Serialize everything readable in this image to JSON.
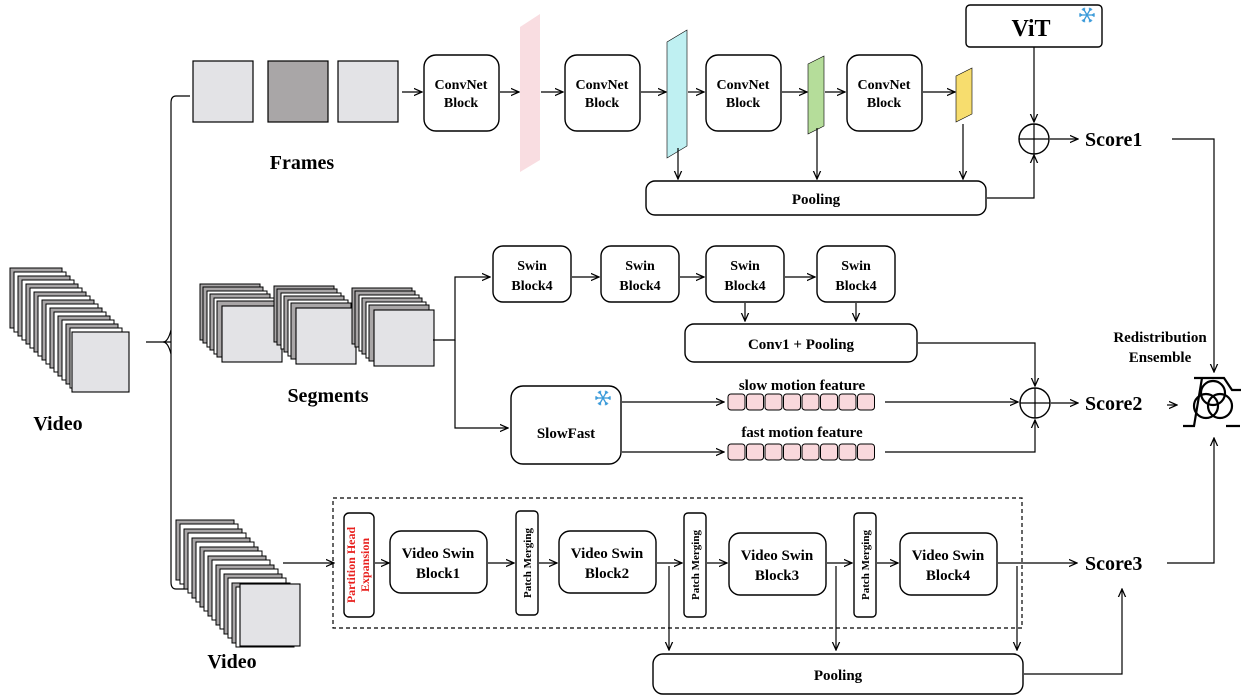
{
  "labels": {
    "video_left": "Video",
    "frames": "Frames",
    "segments": "Segments",
    "video_bottom": "Video",
    "convnet_block": [
      "ConvNet",
      "Block"
    ],
    "vit": "ViT",
    "pooling_top": "Pooling",
    "score1": "Score1",
    "swin_block": [
      "Swin",
      "Block4"
    ],
    "conv1_pooling": "Conv1 + Pooling",
    "slowfast": "SlowFast",
    "slow_motion_feature": "slow motion feature",
    "fast_motion_feature": "fast motion feature",
    "score2": "Score2",
    "redistribution": "Redistribution",
    "ensemble": "Ensemble",
    "partition_head": [
      "Partition Head",
      "Expansion"
    ],
    "patch_merging": "Patch Merging",
    "video_swin_blocks": [
      [
        "Video Swin",
        "Block1"
      ],
      [
        "Video Swin",
        "Block2"
      ],
      [
        "Video Swin",
        "Block3"
      ],
      [
        "Video Swin",
        "Block4"
      ]
    ],
    "score3": "Score3",
    "pooling_bottom": "Pooling"
  },
  "colors": {
    "feature_map_pink": "#f9dde1",
    "feature_map_cyan": "#bff0f2",
    "feature_map_green": "#b5dd9a",
    "feature_map_yellow": "#f7dd6e",
    "feature_cell": "#f9d8dc",
    "partition_text": "#e8201e",
    "snowflake": "#3a9ad9",
    "frame_light": "#e3e3e6",
    "frame_dark": "#a9a6a7"
  },
  "icons": [
    "snowflake-icon",
    "sum-node-icon",
    "ensemble-icon"
  ]
}
